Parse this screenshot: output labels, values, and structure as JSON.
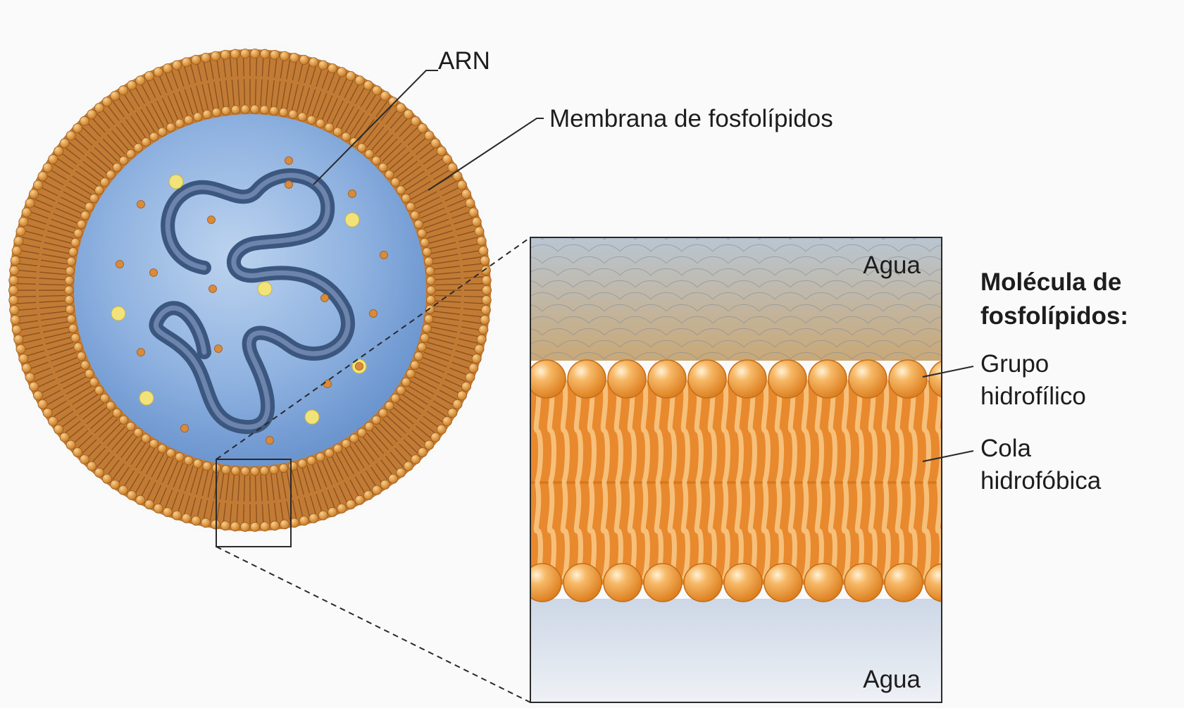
{
  "labels": {
    "rna": "ARN",
    "membrane": "Membrana de fosfolípidos",
    "water_top": "Agua",
    "water_bottom": "Agua",
    "molecule_title": [
      "Molécula de",
      "fosfolípidos:"
    ],
    "hydrophilic": [
      "Grupo",
      "hidrofílico"
    ],
    "hydrophobic": [
      "Cola",
      "hidrofóbica"
    ]
  },
  "colors": {
    "lipid_head": "#f0a445",
    "lipid_tail": "#e8892e",
    "membrane_dark": "#b8742e",
    "lumen": "#7ea6d8",
    "rna": "#4f6b96",
    "small_molecule": "#f2e27a",
    "water_top": "#c9b58d",
    "water_bottom": "#dfe6f0"
  }
}
